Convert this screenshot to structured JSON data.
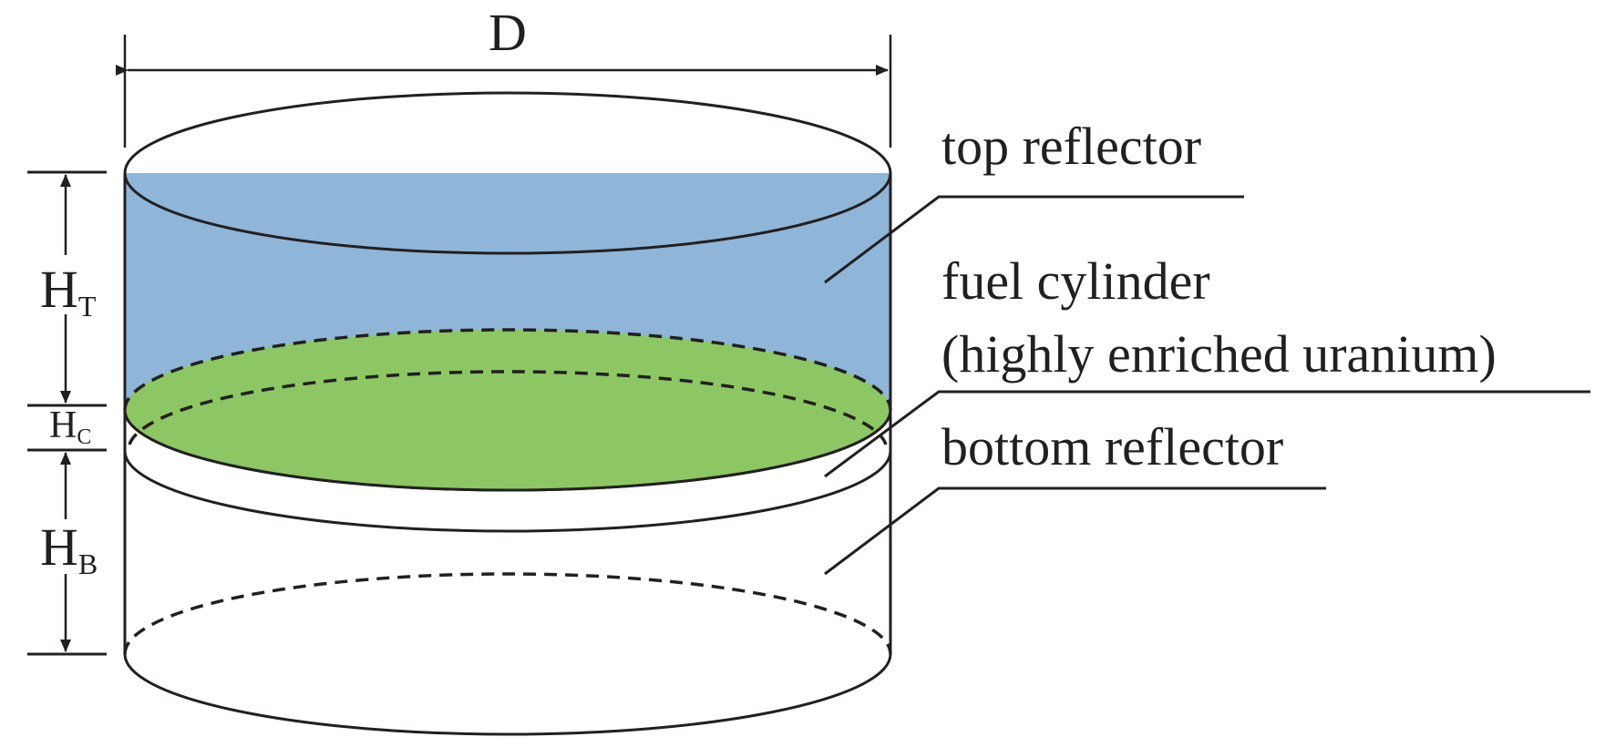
{
  "diagram": {
    "title": "Reflected fuel cylinder geometry",
    "dimensions": {
      "diameter": "D",
      "top_height": {
        "main": "H",
        "sub": "T"
      },
      "core_height": {
        "main": "H",
        "sub": "C"
      },
      "bottom_height": {
        "main": "H",
        "sub": "B"
      }
    },
    "labels": {
      "top_reflector": "top reflector",
      "fuel_cylinder_line1": "fuel cylinder",
      "fuel_cylinder_line2": "(highly enriched uranium)",
      "bottom_reflector": "bottom reflector"
    },
    "colors": {
      "reflector": "#8fb6d9",
      "fuel_top": "#8cc764",
      "fuel_side": "#3aac5c",
      "outline": "#231f20"
    }
  }
}
